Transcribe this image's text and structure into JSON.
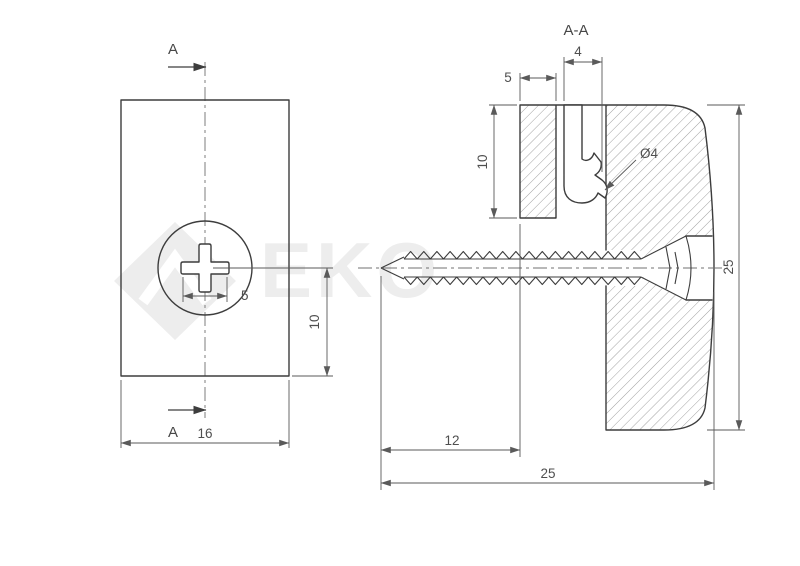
{
  "colors": {
    "line": "#3d3d3d",
    "dimension": "#5a5a5a",
    "hatch": "#8a8a8a",
    "watermark": "#ededed",
    "background": "#ffffff"
  },
  "watermark": {
    "text": "EKO"
  },
  "front_view": {
    "section_label_top": "A",
    "section_label_bottom": "A",
    "dims": {
      "cross_width": "5",
      "hole_center_offset": "10",
      "body_width": "16"
    }
  },
  "section_view": {
    "title": "A-A",
    "dims": {
      "wall_thickness": "5",
      "hook_width": "4",
      "hook_depth": "10",
      "hole_diameter": "Ø4",
      "body_height": "25",
      "screw_protrusion": "12",
      "overall_length": "25"
    }
  }
}
